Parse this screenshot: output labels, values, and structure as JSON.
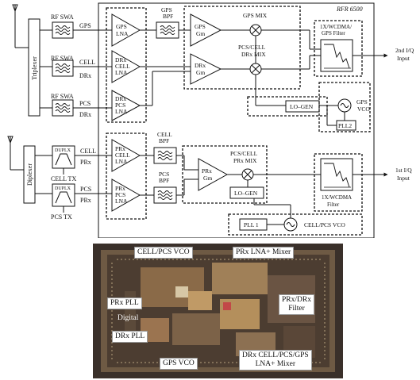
{
  "title": "RFR 6500",
  "antenna_inputs": {
    "triplexer": "Triplexer",
    "diplexer": "Diplexer",
    "rf_swa_1": "RF SWA",
    "rf_swa_2": "RF SWA",
    "rf_swa_3": "RF SWA",
    "sig_gps": "GPS",
    "sig_cell": "CELL",
    "sig_drx_1": "DRx",
    "sig_pcs": "PCS",
    "sig_drx_2": "DRx",
    "sig_cell_prx": "CELL",
    "sig_prx_1": "PRx",
    "sig_pcs_prx": "PCS",
    "sig_prx_2": "PRx",
    "duplex_1": "DUPLX",
    "duplex_2": "DUPLX",
    "cell_tx": "CELL TX",
    "pcs_tx": "PCS TX"
  },
  "lnas": {
    "gps_lna": [
      "GPS",
      "LNA"
    ],
    "drx_cell_lna": [
      "DRx",
      "CELL",
      "LNA"
    ],
    "drx_pcs_lna": [
      "DRx",
      "PCS",
      "LNA"
    ],
    "prx_cell_lna": [
      "PRx",
      "CELL",
      "LNA"
    ],
    "prx_pcs_lna": [
      "PRx",
      "PCS",
      "LNA"
    ]
  },
  "filters": {
    "gps_bpf": [
      "GPS",
      "BPF"
    ],
    "cell_bpf": [
      "CELL",
      "BPF"
    ],
    "pcs_bpf": [
      "PCS",
      "BPF"
    ]
  },
  "mixers": {
    "gps_gm": [
      "GPS",
      "Gm"
    ],
    "drx_gm": [
      "DRx",
      "Gm"
    ],
    "prx_gm": [
      "PRx",
      "Gm"
    ],
    "gps_mix": "GPS MIX",
    "drx_mix": [
      "PCS/CELL",
      "DRx MIX"
    ],
    "prx_mix": [
      "PCS/CELL",
      "PRx MIX"
    ],
    "lo_gen_1": "LO–GEN",
    "lo_gen_2": "LO–GEN"
  },
  "baseband": {
    "filter_2nd": [
      "1X/WCDMA/",
      "GPS Filter"
    ],
    "filter_1st": [
      "1X/WCDMA",
      "Filter"
    ],
    "output_2nd": [
      "2nd I/Q",
      "Input"
    ],
    "output_1st": [
      "1st I/Q",
      "Input"
    ]
  },
  "synth": {
    "gps_vco": [
      "GPS",
      "VCO"
    ],
    "pll2": "PLL2",
    "pll1": "PLL 1",
    "cell_pcs_vco": "CELL/PCS VCO"
  },
  "die_photo_labels": {
    "cell_pcs_vco": "CELL/PCS VCO",
    "prx_lna_mixer": "PRx LNA+ Mixer",
    "prx_pll": "PRx PLL",
    "digital": "Digital",
    "drx_pll": "DRx PLL",
    "prx_drx_filter": [
      "PRx/DRx",
      "Filter"
    ],
    "gps_vco": "GPS VCO",
    "drx_lna_mixer": [
      "DRx CELL/PCS/GPS",
      "LNA+ Mixer"
    ]
  }
}
